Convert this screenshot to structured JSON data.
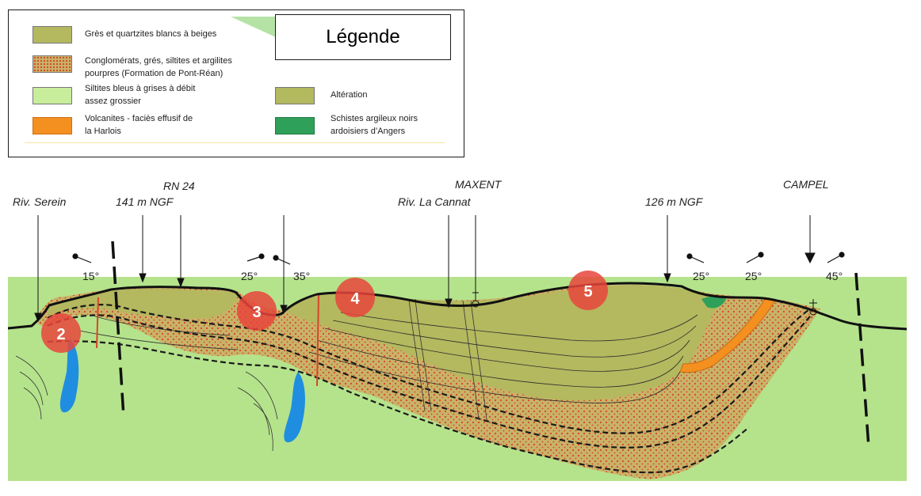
{
  "legend": {
    "title": "Légende",
    "items": [
      {
        "label": "Grès et quartzites blancs à beiges",
        "color": "#b4b85f"
      },
      {
        "label_line1": "Conglomérats, grés, siltites et argilites",
        "label_line2": "pourpres (Formation de Pont-Réan)",
        "color": "#c8b368",
        "dot_color": "#d8452a"
      },
      {
        "label_line1": "Siltites bleus à grises à débit",
        "label_line2": "assez grossier",
        "color": "#c8ee9c"
      },
      {
        "label_line1": "Volcanites - faciès effusif de",
        "label_line2": "la Harlois",
        "color": "#f39020"
      },
      {
        "label": "Altération",
        "color": "#b2b95e"
      },
      {
        "label_line1": "Schistes argileux noirs",
        "label_line2": "ardoisiers d’Angers",
        "color": "#2fa05a"
      }
    ]
  },
  "section": {
    "places": {
      "riv_serein": "Riv. Serein",
      "rn24": "RN 24",
      "alt_141": "141 m NGF",
      "maxent": "MAXENT",
      "riv_la_cannat": "Riv. La Cannat",
      "alt_126": "126 m NGF",
      "campel": "CAMPEL"
    },
    "dips": [
      "15°",
      "25°",
      "35°",
      "25°",
      "25°",
      "45°"
    ],
    "markers": [
      "2",
      "3",
      "4",
      "5"
    ],
    "colors": {
      "gres": "#b4b85f",
      "conglomerat": "#c8b368",
      "conglomerat_dots": "#d8452a",
      "siltite": "#b5e38c",
      "siltite_bleu": "#1f8ee0",
      "volcanite": "#f39020",
      "schiste": "#2fa05a",
      "marker": "#e8453c"
    }
  }
}
